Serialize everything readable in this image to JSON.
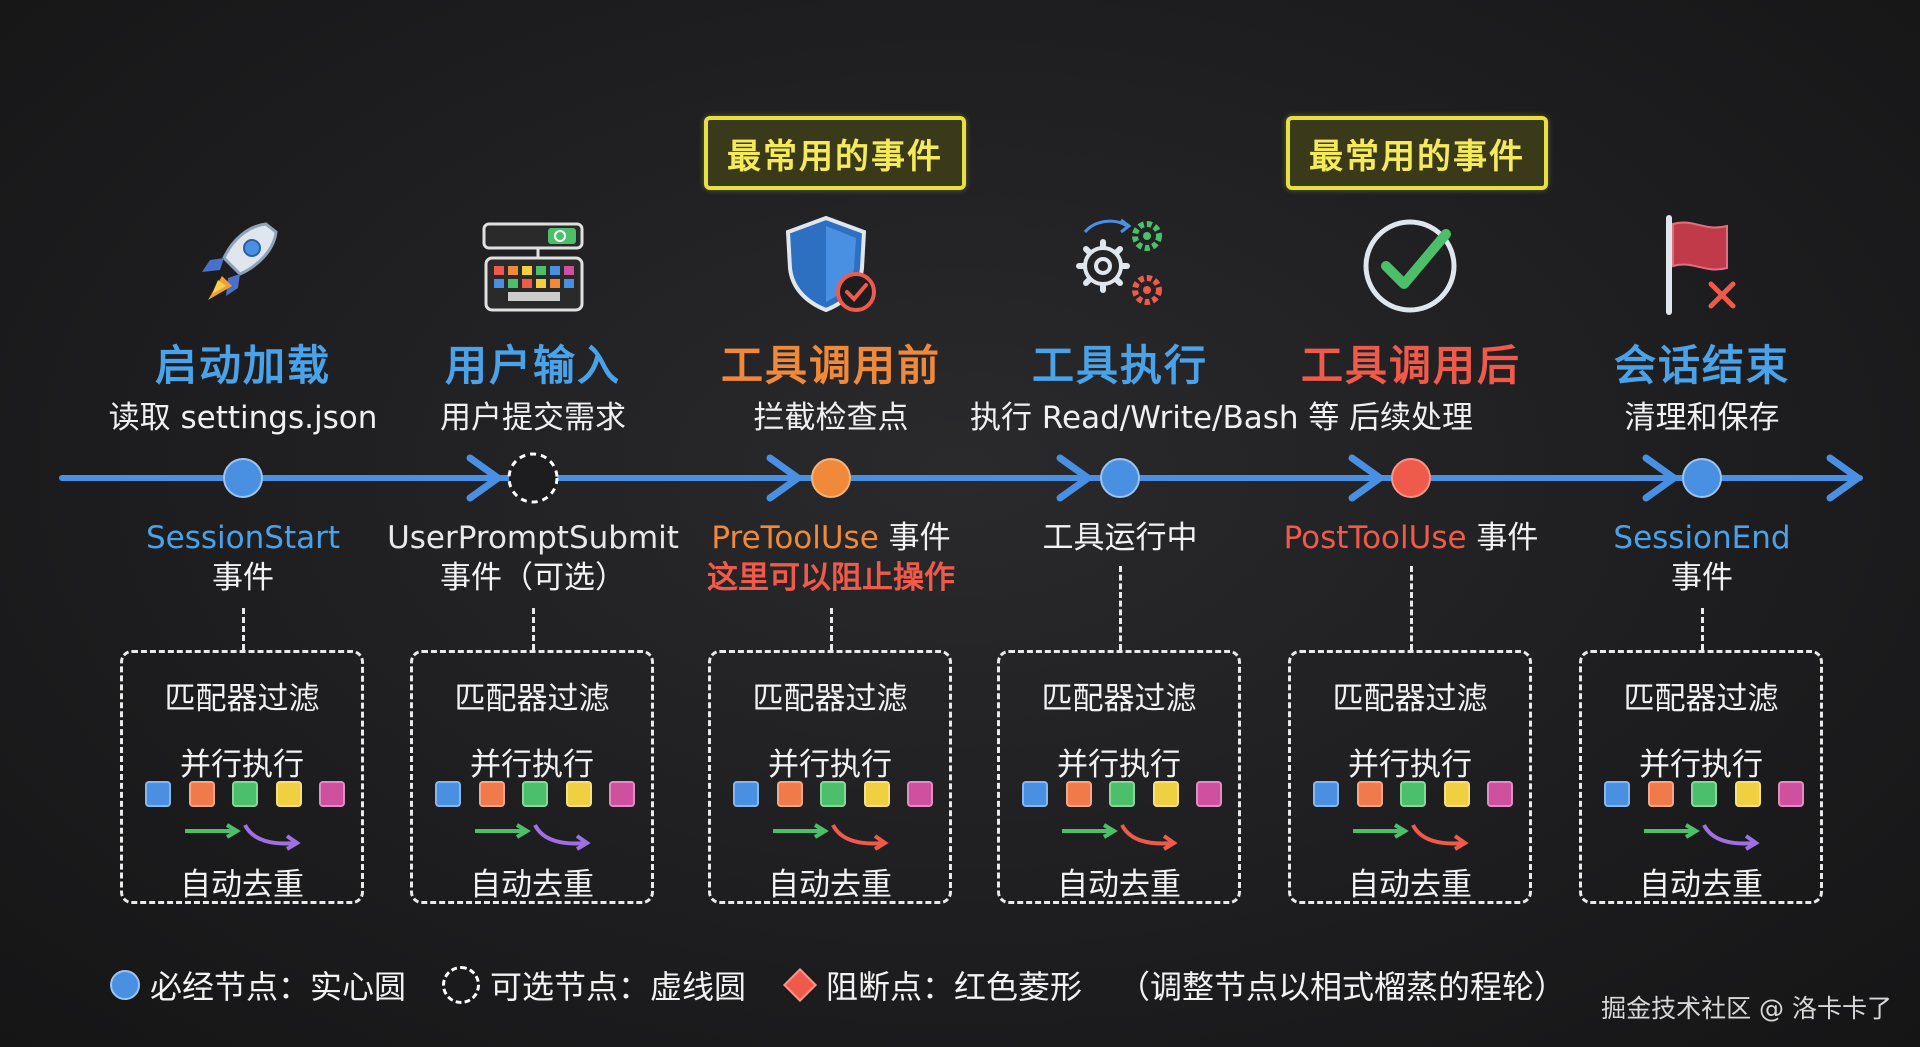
{
  "tags": [
    {
      "label": "最常用的事件"
    },
    {
      "label": "最常用的事件"
    }
  ],
  "stages": [
    {
      "title": "启动加载",
      "sub": "读取 settings.json",
      "icon": "rocket-icon",
      "title_color": "#4aa3e8",
      "event_line1": "SessionStart",
      "event_line1_suffix": "",
      "event_line2": "事件",
      "event_color": "#4aa3e8",
      "node": "solid",
      "node_color": "#4a90e2"
    },
    {
      "title": "用户输入",
      "sub": "用户提交需求",
      "icon": "keyboard-icon",
      "title_color": "#4aa3e8",
      "event_line1": "UserPromptSubmit",
      "event_line1_suffix": "",
      "event_line2": "事件（可选）",
      "event_color": "#e8e8e8",
      "node": "dashed",
      "node_color": "#ffffff"
    },
    {
      "title": "工具调用前",
      "sub": "拦截检查点",
      "icon": "shield-icon",
      "title_color": "#f08a3a",
      "event_line1": "PreToolUse",
      "event_line1_suffix": " 事件",
      "event_line2": "这里可以阻止操作",
      "event_color": "#f08a3a",
      "line2_color": "#f05a4a",
      "node": "solid",
      "node_color": "#f08a3a"
    },
    {
      "title": "工具执行",
      "sub": "执行 Read/Write/Bash 等",
      "icon": "gears-icon",
      "title_color": "#4aa3e8",
      "event_line1": "工具运行中",
      "event_line1_suffix": "",
      "event_line2": "",
      "event_color": "#f0f0f0",
      "node": "solid",
      "node_color": "#4a90e2"
    },
    {
      "title": "工具调用后",
      "sub": "后续处理",
      "icon": "check-icon",
      "title_color": "#f05a4a",
      "event_line1": "PostToolUse",
      "event_line1_suffix": " 事件",
      "event_line2": "",
      "event_color": "#f05a4a",
      "node": "solid",
      "node_color": "#f05a4a"
    },
    {
      "title": "会话结束",
      "sub": "清理和保存",
      "icon": "flag-icon",
      "title_color": "#4aa3e8",
      "event_line1": "SessionEnd",
      "event_line1_suffix": "",
      "event_line2": "事件",
      "event_color": "#4aa3e8",
      "node": "solid",
      "node_color": "#4a90e2"
    }
  ],
  "box": {
    "line1": "匹配器过滤",
    "line2": "并行执行",
    "line3": "自动去重",
    "square_colors": [
      "#4a90e2",
      "#f07a4a",
      "#4cbf6a",
      "#f0d040",
      "#d050a0"
    ]
  },
  "legend": {
    "solid_label": "必经节点：实心圆",
    "dashed_label": "可选节点：虚线圆",
    "block_label": "阻断点：红色菱形",
    "note": "（调整节点以相式榴蒸的程轮）"
  },
  "watermark": "掘金技术社区 @ 洛卡卡了",
  "colors": {
    "timeline": "#4a90e2",
    "background": "#1d1d1f"
  }
}
